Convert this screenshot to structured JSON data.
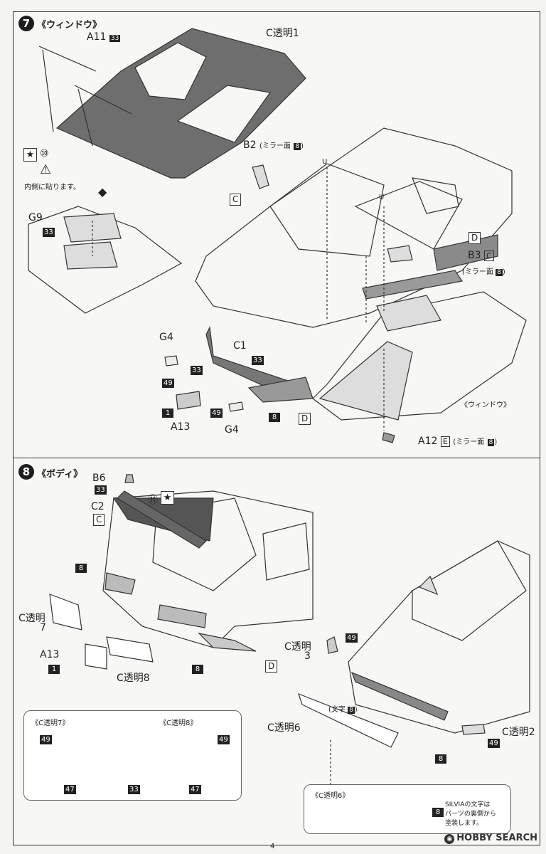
{
  "step7": {
    "number": "7",
    "title": "《ウィンドウ》",
    "labels": {
      "a11": "A11",
      "a11_num": "33",
      "c_clear1": "C透明1",
      "num10": "⑩",
      "warning_text": "内側に貼ります。",
      "g9": "G9",
      "g9_num": "33",
      "b2": "B2",
      "b2_mirror": "(ミラー面",
      "b2_mirror_num": "8",
      "b2_close": ")",
      "c_box": "C",
      "d_box": "D",
      "b3": "B3",
      "b3_box": "C",
      "b3_mirror": "(ミラー面",
      "b3_mirror_num": "8",
      "b3_close": ")",
      "u1": "U",
      "u2": "U",
      "g4_top": "G4",
      "g4_num_top": "49",
      "c1": "C1",
      "c1_num": "33",
      "num33_left": "33",
      "num1": "1",
      "a13": "A13",
      "num49": "49",
      "g4_bottom": "G4",
      "num8": "8",
      "d_box2": "D",
      "window_label": "《ウィンドウ》",
      "a12": "A12",
      "a12_box": "E",
      "a12_mirror": "(ミラー面",
      "a12_mirror_num": "8",
      "a12_close": ")"
    }
  },
  "step8": {
    "number": "8",
    "title": "《ボディ》",
    "labels": {
      "b6": "B6",
      "b6_num": "33",
      "c2": "C2",
      "c2_box": "C",
      "num11": "⑪",
      "num8_a": "8",
      "c_clear7_a": "C透明",
      "c_clear7_b": "7",
      "a13": "A13",
      "num1": "1",
      "c_clear8": "C透明8",
      "num8_b": "8",
      "d_box": "D",
      "c_clear3_a": "C透明",
      "c_clear3_b": "3",
      "num49_a": "49",
      "moji": "(文字",
      "moji_num": "8",
      "moji_close": ")",
      "c_clear6": "C透明6",
      "num8_c": "8",
      "c_clear2": "C透明2",
      "num49_b": "49"
    },
    "panel_lens": {
      "title7": "《C透明7》",
      "title8": "《C透明8》",
      "n49_a": "49",
      "n49_b": "49",
      "n47_a": "47",
      "n47_b": "47",
      "n33": "33"
    },
    "panel_c6": {
      "title": "《C透明6》",
      "num": "8",
      "note_line1": "SILVIAの文字は",
      "note_line2": "パーツの裏側から",
      "note_line3": "塗装します。"
    }
  },
  "footer": {
    "page": "4",
    "brand": "HOBBY SEARCH"
  },
  "colors": {
    "glass_tint": "#555555",
    "part_gray": "#8a8a8a",
    "light_gray": "#c9c9c9",
    "badge_bg": "#1d1d1d"
  }
}
